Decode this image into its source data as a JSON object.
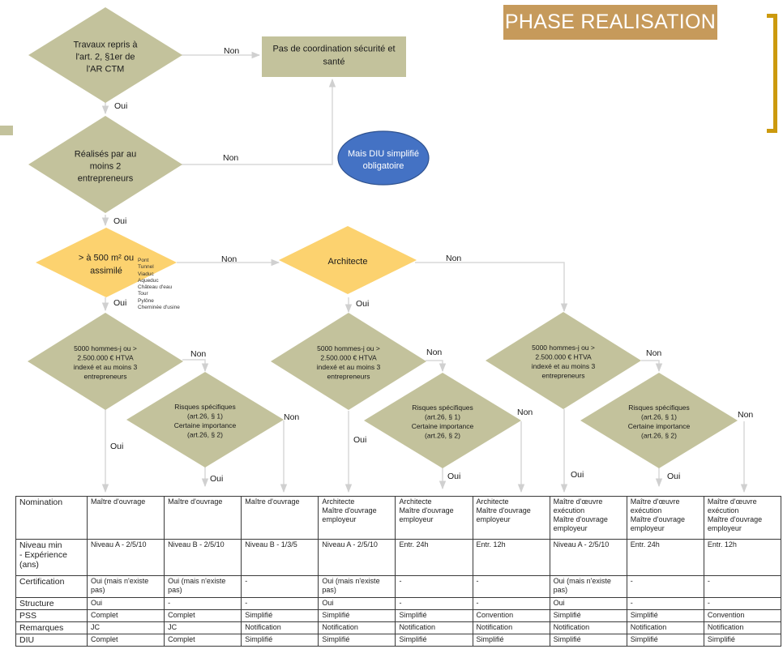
{
  "title": "PHASE REALISATION",
  "colors": {
    "decision_gray": "#c3c29c",
    "decision_yellow": "#fcd26f",
    "ellipse_blue": "#4472c4",
    "title_bg": "#c69a5b",
    "bracket": "#cc9a0e",
    "connector": "#d9d9d9"
  },
  "nodes": {
    "d1": [
      "Travaux repris à",
      "l'art. 2, §1er de",
      "l'AR CTM"
    ],
    "box_no_coord": [
      "Pas de coordination sécurité et",
      "santé"
    ],
    "d2": [
      "Réalisés par au",
      "moins 2",
      "entrepreneurs"
    ],
    "ellipse": [
      "Mais DIU simplifié",
      "obligatoire"
    ],
    "d3": [
      "> à 500 m² ou",
      "assimilé"
    ],
    "d3_list": [
      "Pont",
      "Tunnel",
      "Viaduc",
      "Aqueduc",
      "Château d'eau",
      "Tour",
      "Pylône",
      "Cheminée d'usine"
    ],
    "d_arch": [
      "Architecte"
    ],
    "d_size": [
      "5000 hommes-j ou >",
      "2.500.000 € HTVA",
      "indexé et au moins 3",
      "entrepreneurs"
    ],
    "d_risk": [
      "Risques spécifiques",
      "(art.26, § 1)",
      "Certaine importance",
      "(art.26, § 2)"
    ]
  },
  "labels": {
    "yes": "Oui",
    "no": "Non"
  },
  "table": {
    "rows": [
      {
        "key": "nomination",
        "head": "Nomination",
        "cells": [
          "Maître d'ouvrage",
          "Maître d'ouvrage",
          "Maître d'ouvrage",
          "Architecte\nMaître d'ouvrage\nemployeur",
          "Architecte\nMaître d'ouvrage\nemployeur",
          "Architecte\nMaître d'ouvrage\nemployeur",
          "Maître d'œuvre\nexécution\nMaître d'ouvrage\nemployeur",
          "Maître d'œuvre\nexécution\nMaître d'ouvrage\nemployeur",
          "Maître d'œuvre\nexécution\nMaître d'ouvrage\nemployeur"
        ]
      },
      {
        "key": "niveau",
        "head": "Niveau min\n- Expérience\n(ans)",
        "cells": [
          "Niveau A - 2/5/10",
          "Niveau B - 2/5/10",
          "Niveau B - 1/3/5",
          "Niveau A - 2/5/10",
          "Entr. 24h",
          "Entr. 12h",
          "Niveau A - 2/5/10",
          "Entr. 24h",
          "Entr. 12h"
        ]
      },
      {
        "key": "certification",
        "head": "Certification",
        "cells": [
          "Oui (mais n'existe\npas)",
          "Oui (mais n'existe\npas)",
          "-",
          "Oui (mais n'existe\npas)",
          "-",
          "-",
          "Oui (mais n'existe\npas)",
          "-",
          "-"
        ]
      },
      {
        "key": "structure",
        "head": "Structure",
        "cells": [
          "Oui",
          "-",
          "-",
          "Oui",
          "-",
          "-",
          "Oui",
          "-",
          "-"
        ]
      },
      {
        "key": "pss",
        "head": "PSS",
        "cells": [
          "Complet",
          "Complet",
          "Simplifié",
          "Simplifié",
          "Simplifié",
          "Convention",
          "Simplifié",
          "Simplifié",
          "Convention"
        ]
      },
      {
        "key": "remarques",
        "head": "Remarques",
        "cells": [
          "JC",
          "JC",
          "Notification",
          "Notification",
          "Notification",
          "Notification",
          "Notification",
          "Notification",
          "Notification"
        ]
      },
      {
        "key": "diu",
        "head": "DIU",
        "cells": [
          "Complet",
          "Complet",
          "Simplifié",
          "Simplifié",
          "Simplifié",
          "Simplifié",
          "Simplifié",
          "Simplifié",
          "Simplifié"
        ]
      }
    ]
  }
}
